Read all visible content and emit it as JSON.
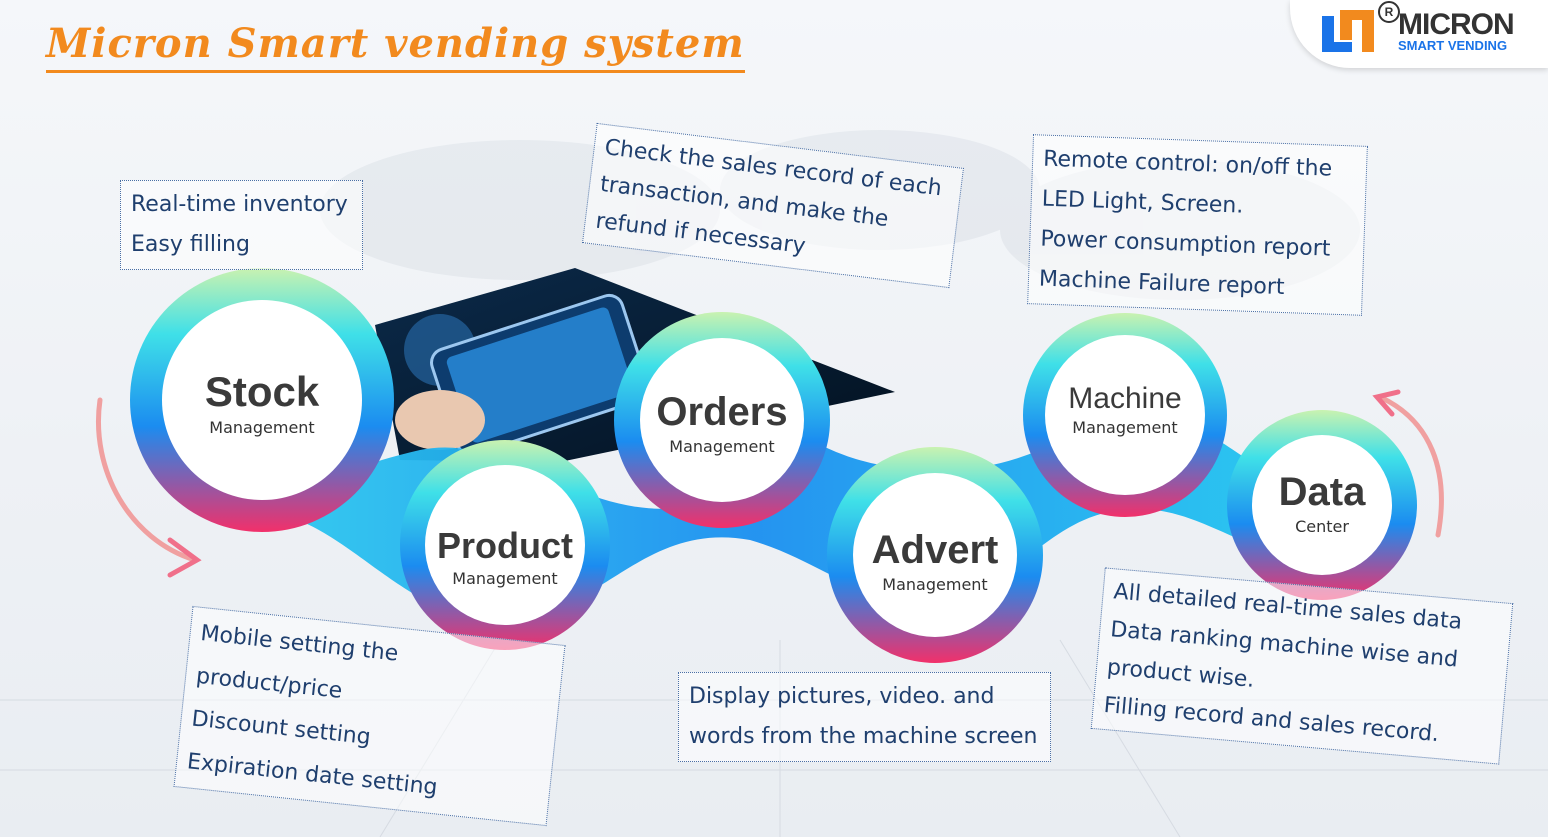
{
  "title": "Micron Smart vending system",
  "logo": {
    "registered": "R",
    "name": "MICRON",
    "tagline": "SMART VENDING"
  },
  "nodes": {
    "stock": {
      "main": "Stock",
      "sub": "Management"
    },
    "product": {
      "main": "Product",
      "sub": "Management"
    },
    "orders": {
      "main": "Orders",
      "sub": "Management"
    },
    "advert": {
      "main": "Advert",
      "sub": "Management"
    },
    "machine": {
      "main": "Machine",
      "sub": "Management"
    },
    "data": {
      "main": "Data",
      "sub": "Center"
    }
  },
  "notes": {
    "stock": [
      "Real-time inventory",
      "Easy filling"
    ],
    "orders": [
      "Check the sales record of each",
      "transaction, and make the",
      "refund if necessary"
    ],
    "machine": [
      "Remote control: on/off the",
      "LED Light, Screen.",
      "Power consumption report",
      "Machine Failure report"
    ],
    "product": [
      "Mobile setting the",
      "product/price",
      "Discount setting",
      "Expiration date setting"
    ],
    "advert": [
      "Display pictures, video. and",
      "words from the machine screen"
    ],
    "data": [
      "All detailed real-time sales data",
      "Data ranking machine wise and",
      "product wise.",
      "Filling record and sales record."
    ]
  },
  "colors": {
    "title": "#f28a1e",
    "note_text": "#1f3f6e",
    "accent_blue": "#1a73e8"
  }
}
